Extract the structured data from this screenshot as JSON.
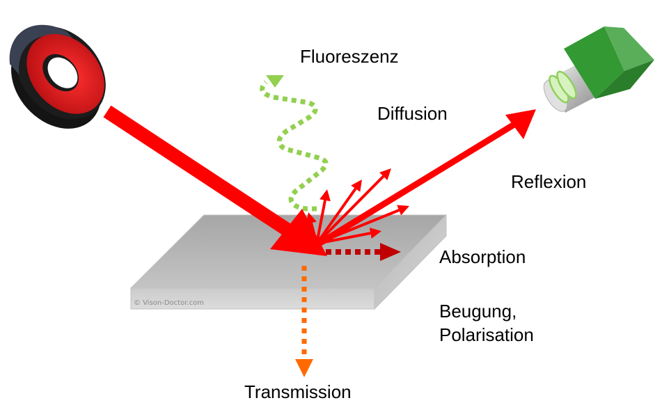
{
  "diagram": {
    "title": "Interaction of light with a surface",
    "labels": {
      "fluorescence": "Fluoreszenz",
      "diffusion": "Diffusion",
      "reflection": "Reflexion",
      "absorption": "Absorption",
      "diffraction_polarization": "Beugung,\nPolarisation",
      "transmission": "Transmission"
    },
    "watermark": "© Vison-Doctor.com",
    "components": {
      "light_source": "red ring light",
      "camera": "green camera with lens",
      "sample": "grey plate"
    },
    "colors": {
      "incident_light": "#ff0000",
      "diffuse_rays": "#ff0000",
      "reflection": "#ff0000",
      "absorption": "#c00000",
      "transmission": "#ff6a00",
      "fluorescence": "#92d050",
      "camera_body": "#339933",
      "plate_top": "#a9a9a9",
      "plate_front": "#d0d0d0"
    }
  }
}
